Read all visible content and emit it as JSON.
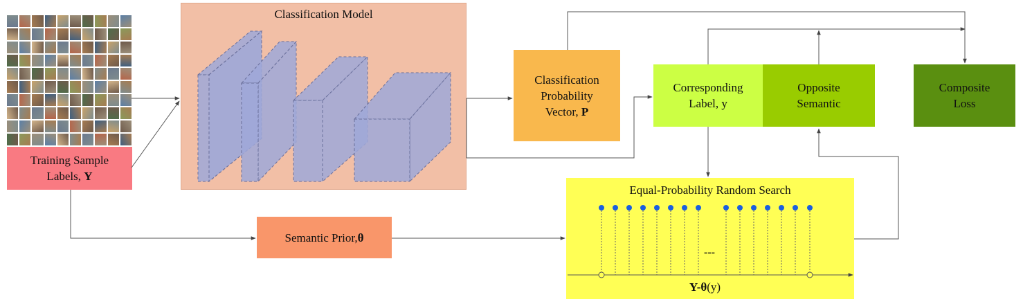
{
  "nodes": {
    "classification_model": "Classification Model",
    "training_labels": {
      "line1": "Training Sample",
      "line2": "Labels, ",
      "symbol": "Y"
    },
    "prob_vector": {
      "line1": "Classification",
      "line2": "Probability",
      "line3": "Vector, ",
      "symbol": "P"
    },
    "corresponding_label": {
      "line1": "Corresponding",
      "line2": "Label, y"
    },
    "opposite_semantic": {
      "line1": "Opposite",
      "line2": "Semantic"
    },
    "composite_loss": {
      "line1": "Composite",
      "line2": "Loss"
    },
    "semantic_prior": {
      "text": "Semantic Prior, ",
      "symbol": "θ"
    },
    "random_search": {
      "title": "Equal-Probability Random Search",
      "ellipsis": "---",
      "axis_label_bold": "Y-θ",
      "axis_label_rest": "(y)"
    }
  },
  "colors": {
    "model_bg": "#f2bfa6",
    "cube": "#9fa8d8",
    "training_labels": "#f97a82",
    "prob_vector": "#f9b84d",
    "corresponding_label": "#ccff44",
    "opposite_semantic": "#99cc00",
    "composite_loss": "#5a8f10",
    "semantic_prior": "#f9966a",
    "random_search": "#ffff55",
    "dot": "#1a5fe0",
    "arrow": "#555555"
  },
  "icons": [
    "training-image-grid"
  ]
}
